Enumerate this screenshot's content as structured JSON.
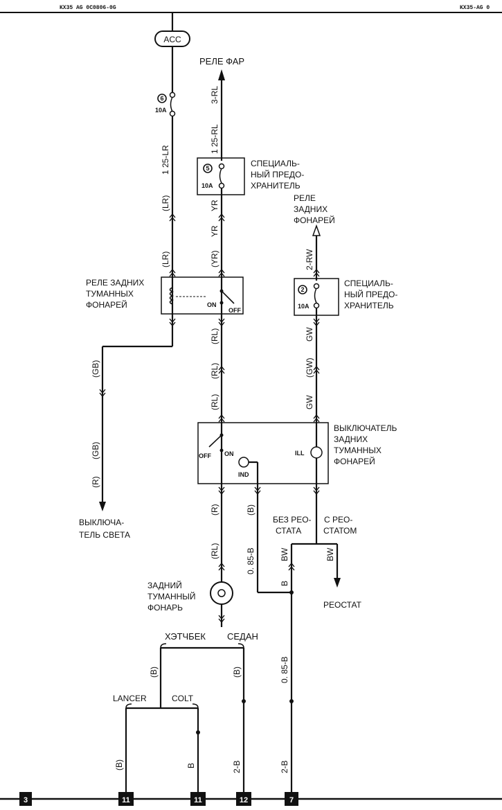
{
  "header": {
    "left": "KX35 AG 0C0806-0G",
    "right": "KX35-AG 0"
  },
  "acc": "ACC",
  "relay_headlights": "РЕЛЕ ФАР",
  "fuse6": {
    "num": "6",
    "rating": "10A"
  },
  "fuse5": {
    "num": "5",
    "rating": "10A",
    "label": [
      "СПЕЦИАЛЬ-",
      "НЫЙ ПРЕДО-",
      "ХРАНИТЕЛЬ"
    ]
  },
  "fuse2": {
    "num": "2",
    "rating": "10A",
    "label": [
      "СПЕЦИАЛЬ-",
      "НЫЙ ПРЕДО-",
      "ХРАНИТЕЛЬ"
    ]
  },
  "rear_lamp_relay": [
    "РЕЛЕ",
    "ЗАДНИХ",
    "ФОНАРЕЙ"
  ],
  "rear_fog_relay": {
    "label": [
      "РЕЛЕ ЗАДНИХ",
      "ТУМАННЫХ",
      "ФОНАРЕЙ"
    ],
    "on": "ON",
    "off": "OFF"
  },
  "rear_fog_switch": {
    "label": [
      "ВЫКЛЮЧАТЕЛЬ",
      "ЗАДНИХ",
      "ТУМАННЫХ",
      "ФОНАРЕЙ"
    ],
    "on": "ON",
    "off": "OFF",
    "ind": "IND",
    "ill": "ILL"
  },
  "light_switch": [
    "ВЫКЛЮЧА-",
    "ТЕЛЬ СВЕТА"
  ],
  "rheostat_branches": {
    "without": [
      "БЕЗ РЕО-",
      "СТАТА"
    ],
    "with": [
      "С РЕО-",
      "СТАТОМ"
    ]
  },
  "rheostat": "РЕОСТАТ",
  "rear_fog_lamp": [
    "ЗАДНИЙ",
    "ТУМАННЫЙ",
    "ФОНАРЬ"
  ],
  "body_types": {
    "hatchback": "ХЭТЧБЕК",
    "sedan": "СЕДАН",
    "lancer": "LANCER",
    "colt": "COLT"
  },
  "wires": {
    "w1": "1 25-LR",
    "w2": "(LR)",
    "w3": "(LR)",
    "w4": "3-RL",
    "w5": "1 25-RL",
    "w6": "YR",
    "w7": "YR",
    "w8": "(YR)",
    "w9": "2-RW",
    "w10": "(RL)",
    "w11": "(RL)",
    "w12": "(RL)",
    "w13": "GW",
    "w14": "(GW)",
    "w15": "GW",
    "w16": "(GB)",
    "w17": "(GB)",
    "w18": "(R)",
    "w19": "(R)",
    "w20": "(RL)",
    "w21": "(B)",
    "w22": "0. 85-B",
    "w23": "BW",
    "w24": "BW",
    "w25": "B",
    "w26": "0. 85-B",
    "w27": "(B)",
    "w28": "(B)",
    "w29": "(B)",
    "w30": "B",
    "w31": "2-B",
    "w32": "2-B"
  },
  "grounds": [
    "3",
    "11",
    "11",
    "12",
    "7"
  ]
}
